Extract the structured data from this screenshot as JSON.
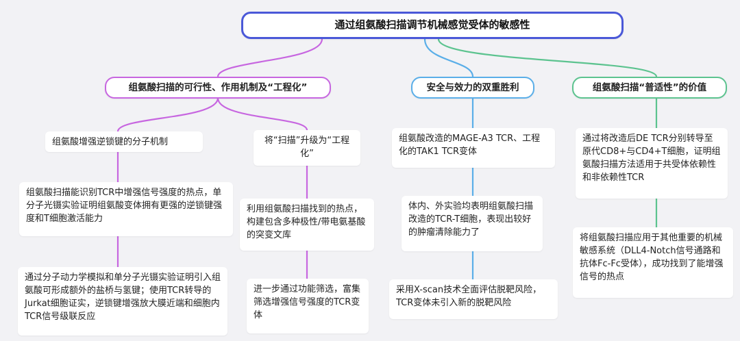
{
  "root": {
    "label": "通过组氨酸扫描调节机械感觉受体的敏感性"
  },
  "colors": {
    "root": "#4a58d8",
    "purple": "#c766e0",
    "blue": "#5aaee8",
    "green": "#5cc38f"
  },
  "branches": {
    "feasibility": {
      "label": "组氨酸扫描的可行性、作用机制及“工程化”",
      "mechanism": {
        "title": "组氨酸增强逆锁键的分子机制",
        "detail1": "组氨酸扫描能识别TCR中增强信号强度的热点，单分子光镊实验证明组氨酸变体拥有更强的逆锁键强度和T细胞激活能力",
        "detail2": "通过分子动力学模拟和单分子光镊实验证明引入组氨酸可形成额外的盐桥与氢键；使用TCR转导的Jurkat细胞证实，逆锁键增强放大膜近端和细胞内TCR信号级联反应"
      },
      "engineering": {
        "title": "将“扫描”升级为“工程化”",
        "detail1": "利用组氨酸扫描找到的热点，构建包含多种极性/带电氨基酸的突变文库",
        "detail2": "进一步通过功能筛选，富集筛选增强信号强度的TCR变体"
      }
    },
    "safety": {
      "label": "安全与效力的双重胜利",
      "title": "组氨酸改造的MAGE-A3 TCR、工程化的TAK1 TCR变体",
      "detail1": "体内、外实验均表明组氨酸扫描改造的TCR-T细胞，表现出较好的肿瘤清除能力了",
      "detail2": "采用X-scan技术全面评估脱靶风险，TCR变体未引入新的脱靶风险"
    },
    "universal": {
      "label": "组氨酸扫描“普适性”的价值",
      "detail1": "通过将改造后DE TCR分别转导至原代CD8+与CD4+T细胞，证明组氨酸扫描方法适用于共受体依赖性和非依赖性TCR",
      "detail2": "将组氨酸扫描应用于其他重要的机械敏感系统（DLL4-Notch信号通路和抗体Fc-Fc受体），成功找到了能增强信号的热点"
    }
  }
}
